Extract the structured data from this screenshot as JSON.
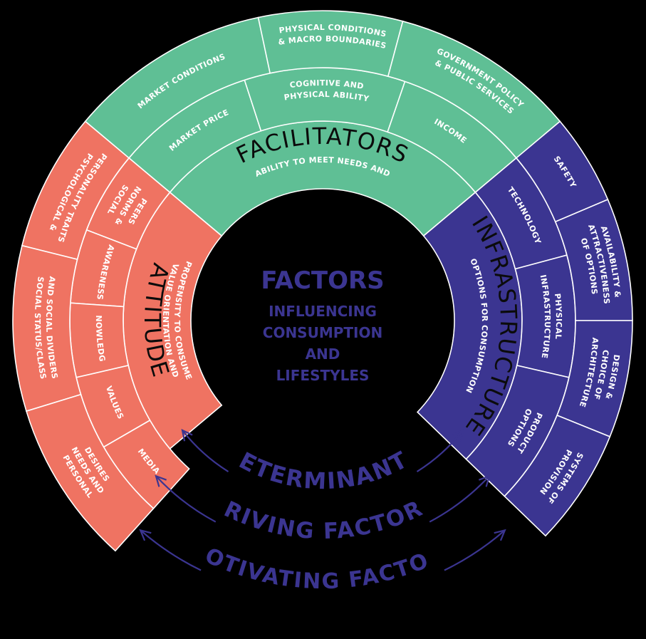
{
  "colors": {
    "attitude": "#ef7362",
    "facilitators": "#5fbf95",
    "infrastructure": "#3b3591",
    "text_dark": "#3b3591"
  },
  "hub": {
    "title": "FACTORS",
    "line1": "INFLUENCING",
    "line2": "CONSUMPTION",
    "line3": "AND",
    "line4": "LIFESTYLES"
  },
  "facilitators": {
    "title": "FACILITATORS",
    "subtitle": "ABILITY TO MEET NEEDS AND",
    "inner": [
      "MARKET PRICE",
      "COGNITIVE AND",
      "PHYSICAL ABILITY",
      "INCOME"
    ],
    "outer": [
      "MARKET CONDITIONS",
      "PHYSICAL CONDITIONS",
      "& MACRO BOUNDARIES",
      "GOVERNMENT POLICY",
      "& PUBLIC SERVICES"
    ]
  },
  "attitude": {
    "title": "ATTITUDE",
    "subtitle1": "VALUE ORIENTATION AND",
    "subtitle2": "PROPENSITY TO CONSUME",
    "mid": [
      "SOCIAL",
      "NORMS &",
      "PEERS",
      "AWARENESS",
      "KNOWLEDGE",
      "VALUES",
      "MEDIA"
    ],
    "outer": [
      "PSYCHOLOGICAL &",
      "PERSONALITY TRAITS",
      "SOCIAL STATUS/CLASS",
      "AND SOCIAL DIVIDERS",
      "PERSONAL",
      "NEEDS AND",
      "DESIRES"
    ]
  },
  "infrastructure": {
    "title": "INFRASTRUCTURE",
    "subtitle": "OPTIONS FOR CONSUMPTION",
    "mid": [
      "TECHNOLOGY",
      "PHYSICAL",
      "INFRASTRUCTURE",
      "PRODUCT",
      "OPTIONS"
    ],
    "outer": [
      "SAFETY",
      "AVAILABILITY &",
      "ATTRACTIVENESS",
      "OF OPTIONS",
      "DESIGN &",
      "CHOICE OF",
      "ARCHITECTURE",
      "SYSTEMS OF",
      "PROVISION"
    ]
  },
  "arcs": [
    "DETERMINANTS",
    "DRIVING FACTORS",
    "MOTIVATING FACTORS"
  ]
}
